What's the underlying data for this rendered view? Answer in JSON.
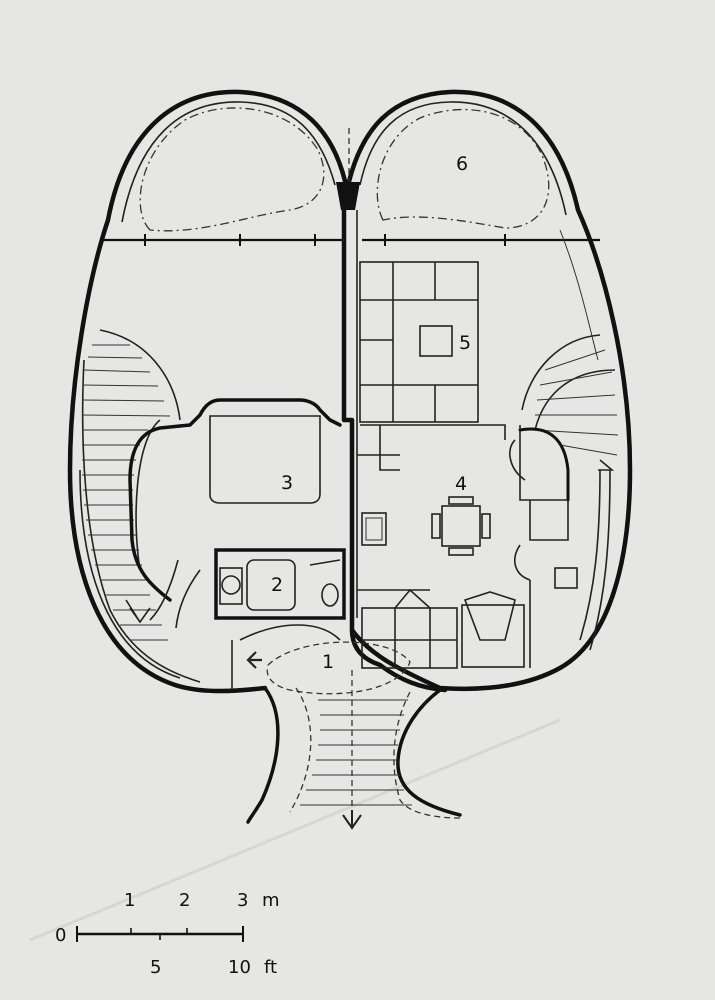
{
  "rooms": [
    {
      "label": "1"
    },
    {
      "label": "2"
    },
    {
      "label": "3"
    },
    {
      "label": "4"
    },
    {
      "label": "5"
    },
    {
      "label": "6"
    }
  ],
  "scale_bar": {
    "metric_ticks": [
      "1",
      "2",
      "3"
    ],
    "metric_unit": "m",
    "imperial_ticks": [
      "5",
      "10"
    ],
    "imperial_unit": "ft",
    "zero": "0"
  }
}
